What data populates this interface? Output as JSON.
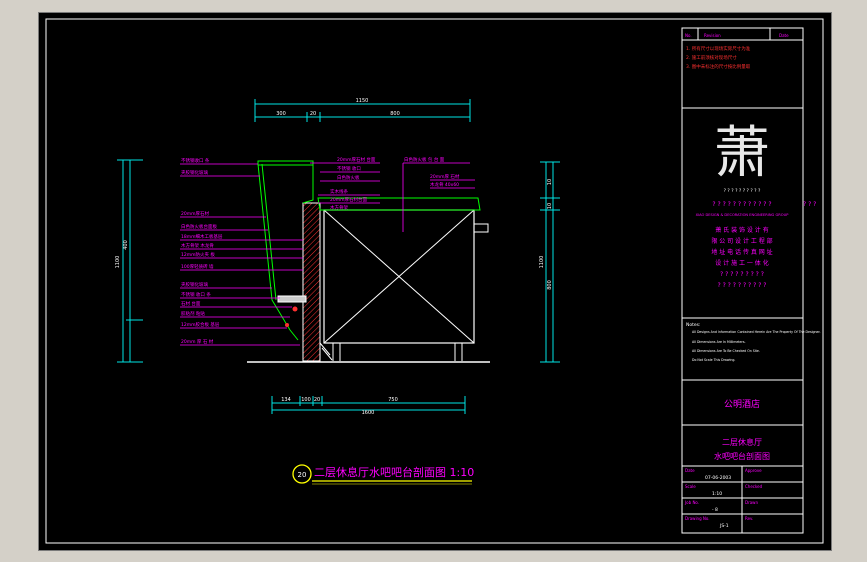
{
  "drawing": {
    "title": "二层休息厅水吧吧台剖面图 1:10",
    "section_mark": "20",
    "dimensions": {
      "top_total": "1150",
      "top_left": "300",
      "top_mid": "20",
      "top_right": "800",
      "bottom_total": "1600",
      "bottom_a": "134",
      "bottom_b": "100",
      "bottom_c": "20",
      "bottom_right": "750",
      "left_total": "1100",
      "left_upper": "400",
      "right_a": "10",
      "right_b": "10",
      "right_c": "1100",
      "right_d": "800"
    },
    "callouts_left": [
      "不锈钢收口 条",
      "夹胶钢化玻璃",
      "20mm厚石材",
      "白色防火板台面板",
      "18mm细木工板基层",
      "木方骨架 木龙骨",
      "12mm防火夹 板",
      "100厚轻质砖 墙",
      "夹胶钢化玻璃",
      "不锈钢 收口 条",
      "石材 台面",
      "胶粘剂 粘贴",
      "12mm胶合板 基层",
      "20mm 厚 石 材"
    ],
    "callouts_top": [
      "20mm厚石材 台面",
      "不锈钢 收口",
      "白色防火板",
      "实木线条",
      "20mm厚石材台面",
      "木方骨架"
    ],
    "callouts_right": [
      "白色防火板 包 台 面",
      "20mm厚 石材",
      "木龙骨 40x60"
    ]
  },
  "title_block": {
    "header_left": "No.",
    "header_mid": "Revision",
    "header_right": "Date",
    "notes_cn": [
      "1. 所有尺寸以现场实际尺寸为准",
      "2. 施工前须核对现场尺寸",
      "3. 图中未标注的尺寸按比例量取"
    ],
    "logo_glyph": "萧",
    "logo_sub": "? ? ? ? ? ? ? ? ? ?",
    "company_line": "? ? ? ? ? ? ? ? ? ? ? ?",
    "company_en": "XIAO DESIGN & DECORATION ENGINEERING GROUP",
    "company_cn_rows": [
      "萧 氏 装 饰 设 计 有",
      "限 公 司 设 计 工 程 部",
      "地 址 电 话 传 真 网 址",
      "设 计 施 工 一 体 化",
      "? ? ? ? ? ? ? ? ?",
      "? ? ? ? ? ? ? ? ? ?"
    ],
    "notes_title": "Notes:",
    "notes_en": [
      "All Designs And Information Contained Herein Are The Property Of The Designer.",
      "All Dimensions Are In Millimeters.",
      "All Dimensions Are To Be Checked On Site.",
      "Do Not Scale This Drawing."
    ],
    "project": "公明酒店",
    "drawing_name_1": "二层休息厅",
    "drawing_name_2": "水吧吧台剖面图",
    "labels": {
      "date": "Date",
      "approve": "Approve",
      "scale": "Scale",
      "checked": "Checked",
      "job_no": "Job No.",
      "drawn": "Drawn",
      "drawing_no": "Drawing No.",
      "rev": "Rev."
    },
    "values": {
      "date": "07-06-2003",
      "scale": "1:10",
      "job_no": "- 8",
      "drawing_no": "JS-1"
    }
  },
  "colors": {
    "dim": "#00e5e5",
    "leader": "#ff00ff",
    "object": "#ffffff",
    "green": "#00ff00",
    "red": "#ff3030",
    "yellow": "#ffff00",
    "frame": "#ffffff"
  }
}
